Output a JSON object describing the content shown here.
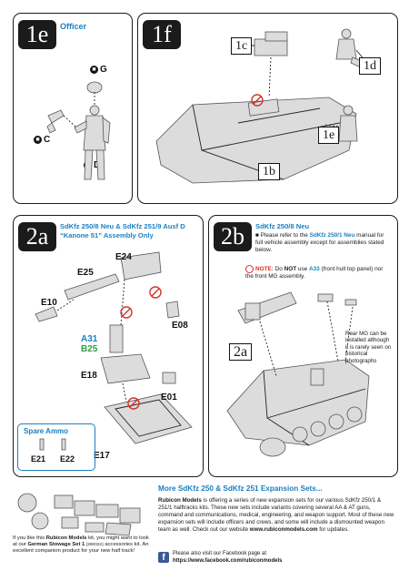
{
  "panel_1e": {
    "step": "1e",
    "title": "Officer",
    "parts": {
      "g": "G",
      "c": "C",
      "d": "D"
    }
  },
  "panel_1f": {
    "step": "1f",
    "callouts": {
      "c": "1c",
      "d": "1d",
      "e": "1e",
      "b": "1b"
    }
  },
  "panel_2a": {
    "step": "2a",
    "title_line1": "SdKfz 250/8 Neu & SdKfz 251/9 Ausf D",
    "title_line2": "“Kanone 51” Assembly Only",
    "parts": {
      "e24": "E24",
      "e25": "E25",
      "e10": "E10",
      "e08": "E08",
      "a31": "A31",
      "b25": "B25",
      "e18": "E18",
      "e01": "E01",
      "e17": "E17"
    },
    "spare_ammo": {
      "title": "Spare Ammo",
      "e21": "E21",
      "e22": "E22"
    }
  },
  "panel_2b": {
    "step": "2b",
    "title": "SdKfz 250/8 Neu",
    "bullet_pre": "Please refer to the ",
    "bullet_link": "SdKfz 250/1 Neu",
    "bullet_post": " manual for full vehicle assembly except for assemblies stated below.",
    "note_label": "NOTE:",
    "note_pre": " Do ",
    "note_not": "NOT",
    "note_mid": " use ",
    "note_part": "A33",
    "note_post": " (front hull top panel) nor the front MG assembly.",
    "callout": "2a",
    "side_note": "Rear MG can be installed although it is rarely seen on historical photographs"
  },
  "footer": {
    "heading": "More SdKfz 250 & SdKfz 251 Expansion Sets...",
    "brand": "Rubicon Models",
    "body": " is offering a series of new expansion sets for our various SdKfz 250/1 & 251/1 halftracks kits.  These new sets include variants covering several AA & AT guns, command and communications, medical, engineering, and weapon support.  Most of these new expansion sets will include officers and crews, and some will include a dismounted weapon team as well.  Check out our website ",
    "website": "www.rubiconmodels.com",
    "body_end": " for updates.",
    "left_pre": "If you like this ",
    "left_brand": "Rubicon Models",
    "left_mid": " kit, you might want to look at our ",
    "left_set": "German Stowage Set 1",
    "left_code": " (280022)",
    "left_post": " accessories kit.  An excellent companion product for your new half track!",
    "fb_line1": "Please also visit our Facebook page at",
    "fb_line2": "https://www.facebook.com/rubiconmodels"
  },
  "colors": {
    "accent_blue": "#1b7fc1",
    "green": "#2e9e3f",
    "warning_red": "#d0342c",
    "facebook_blue": "#3b5998"
  }
}
